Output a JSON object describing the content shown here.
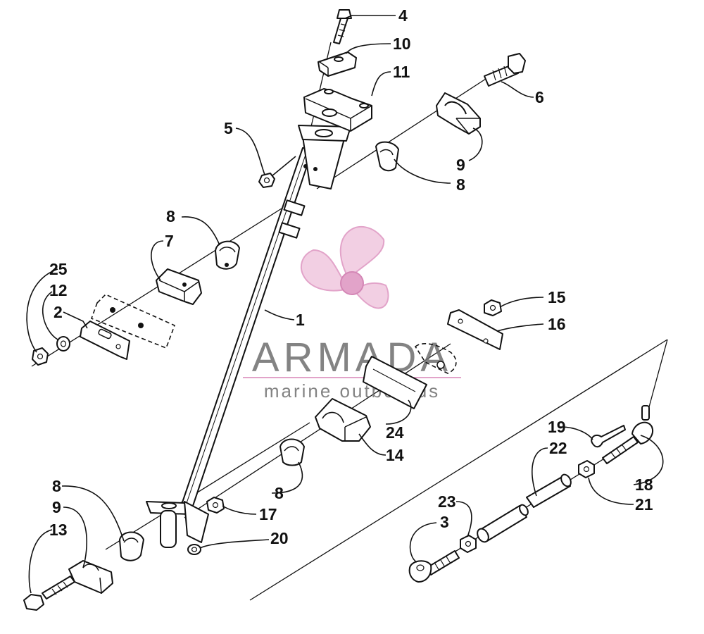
{
  "watermark": {
    "brand": "ARMADA",
    "tagline": "marine outboards",
    "brand_color": "#6d6d6d",
    "accent_color": "#e2a3c9",
    "icon": "propeller-logo-icon"
  },
  "callouts": [
    {
      "id": "1",
      "label": "1"
    },
    {
      "id": "2",
      "label": "2"
    },
    {
      "id": "3",
      "label": "3"
    },
    {
      "id": "4",
      "label": "4"
    },
    {
      "id": "5",
      "label": "5"
    },
    {
      "id": "6",
      "label": "6"
    },
    {
      "id": "7",
      "label": "7"
    },
    {
      "id": "8a",
      "label": "8"
    },
    {
      "id": "8b",
      "label": "8"
    },
    {
      "id": "8c",
      "label": "8"
    },
    {
      "id": "8d",
      "label": "8"
    },
    {
      "id": "9a",
      "label": "9"
    },
    {
      "id": "9b",
      "label": "9"
    },
    {
      "id": "10",
      "label": "10"
    },
    {
      "id": "11",
      "label": "11"
    },
    {
      "id": "12",
      "label": "12"
    },
    {
      "id": "13",
      "label": "13"
    },
    {
      "id": "14",
      "label": "14"
    },
    {
      "id": "15",
      "label": "15"
    },
    {
      "id": "16",
      "label": "16"
    },
    {
      "id": "17",
      "label": "17"
    },
    {
      "id": "18",
      "label": "18"
    },
    {
      "id": "19",
      "label": "19"
    },
    {
      "id": "20",
      "label": "20"
    },
    {
      "id": "21",
      "label": "21"
    },
    {
      "id": "22",
      "label": "22"
    },
    {
      "id": "23",
      "label": "23"
    },
    {
      "id": "24",
      "label": "24"
    },
    {
      "id": "25",
      "label": "25"
    }
  ]
}
